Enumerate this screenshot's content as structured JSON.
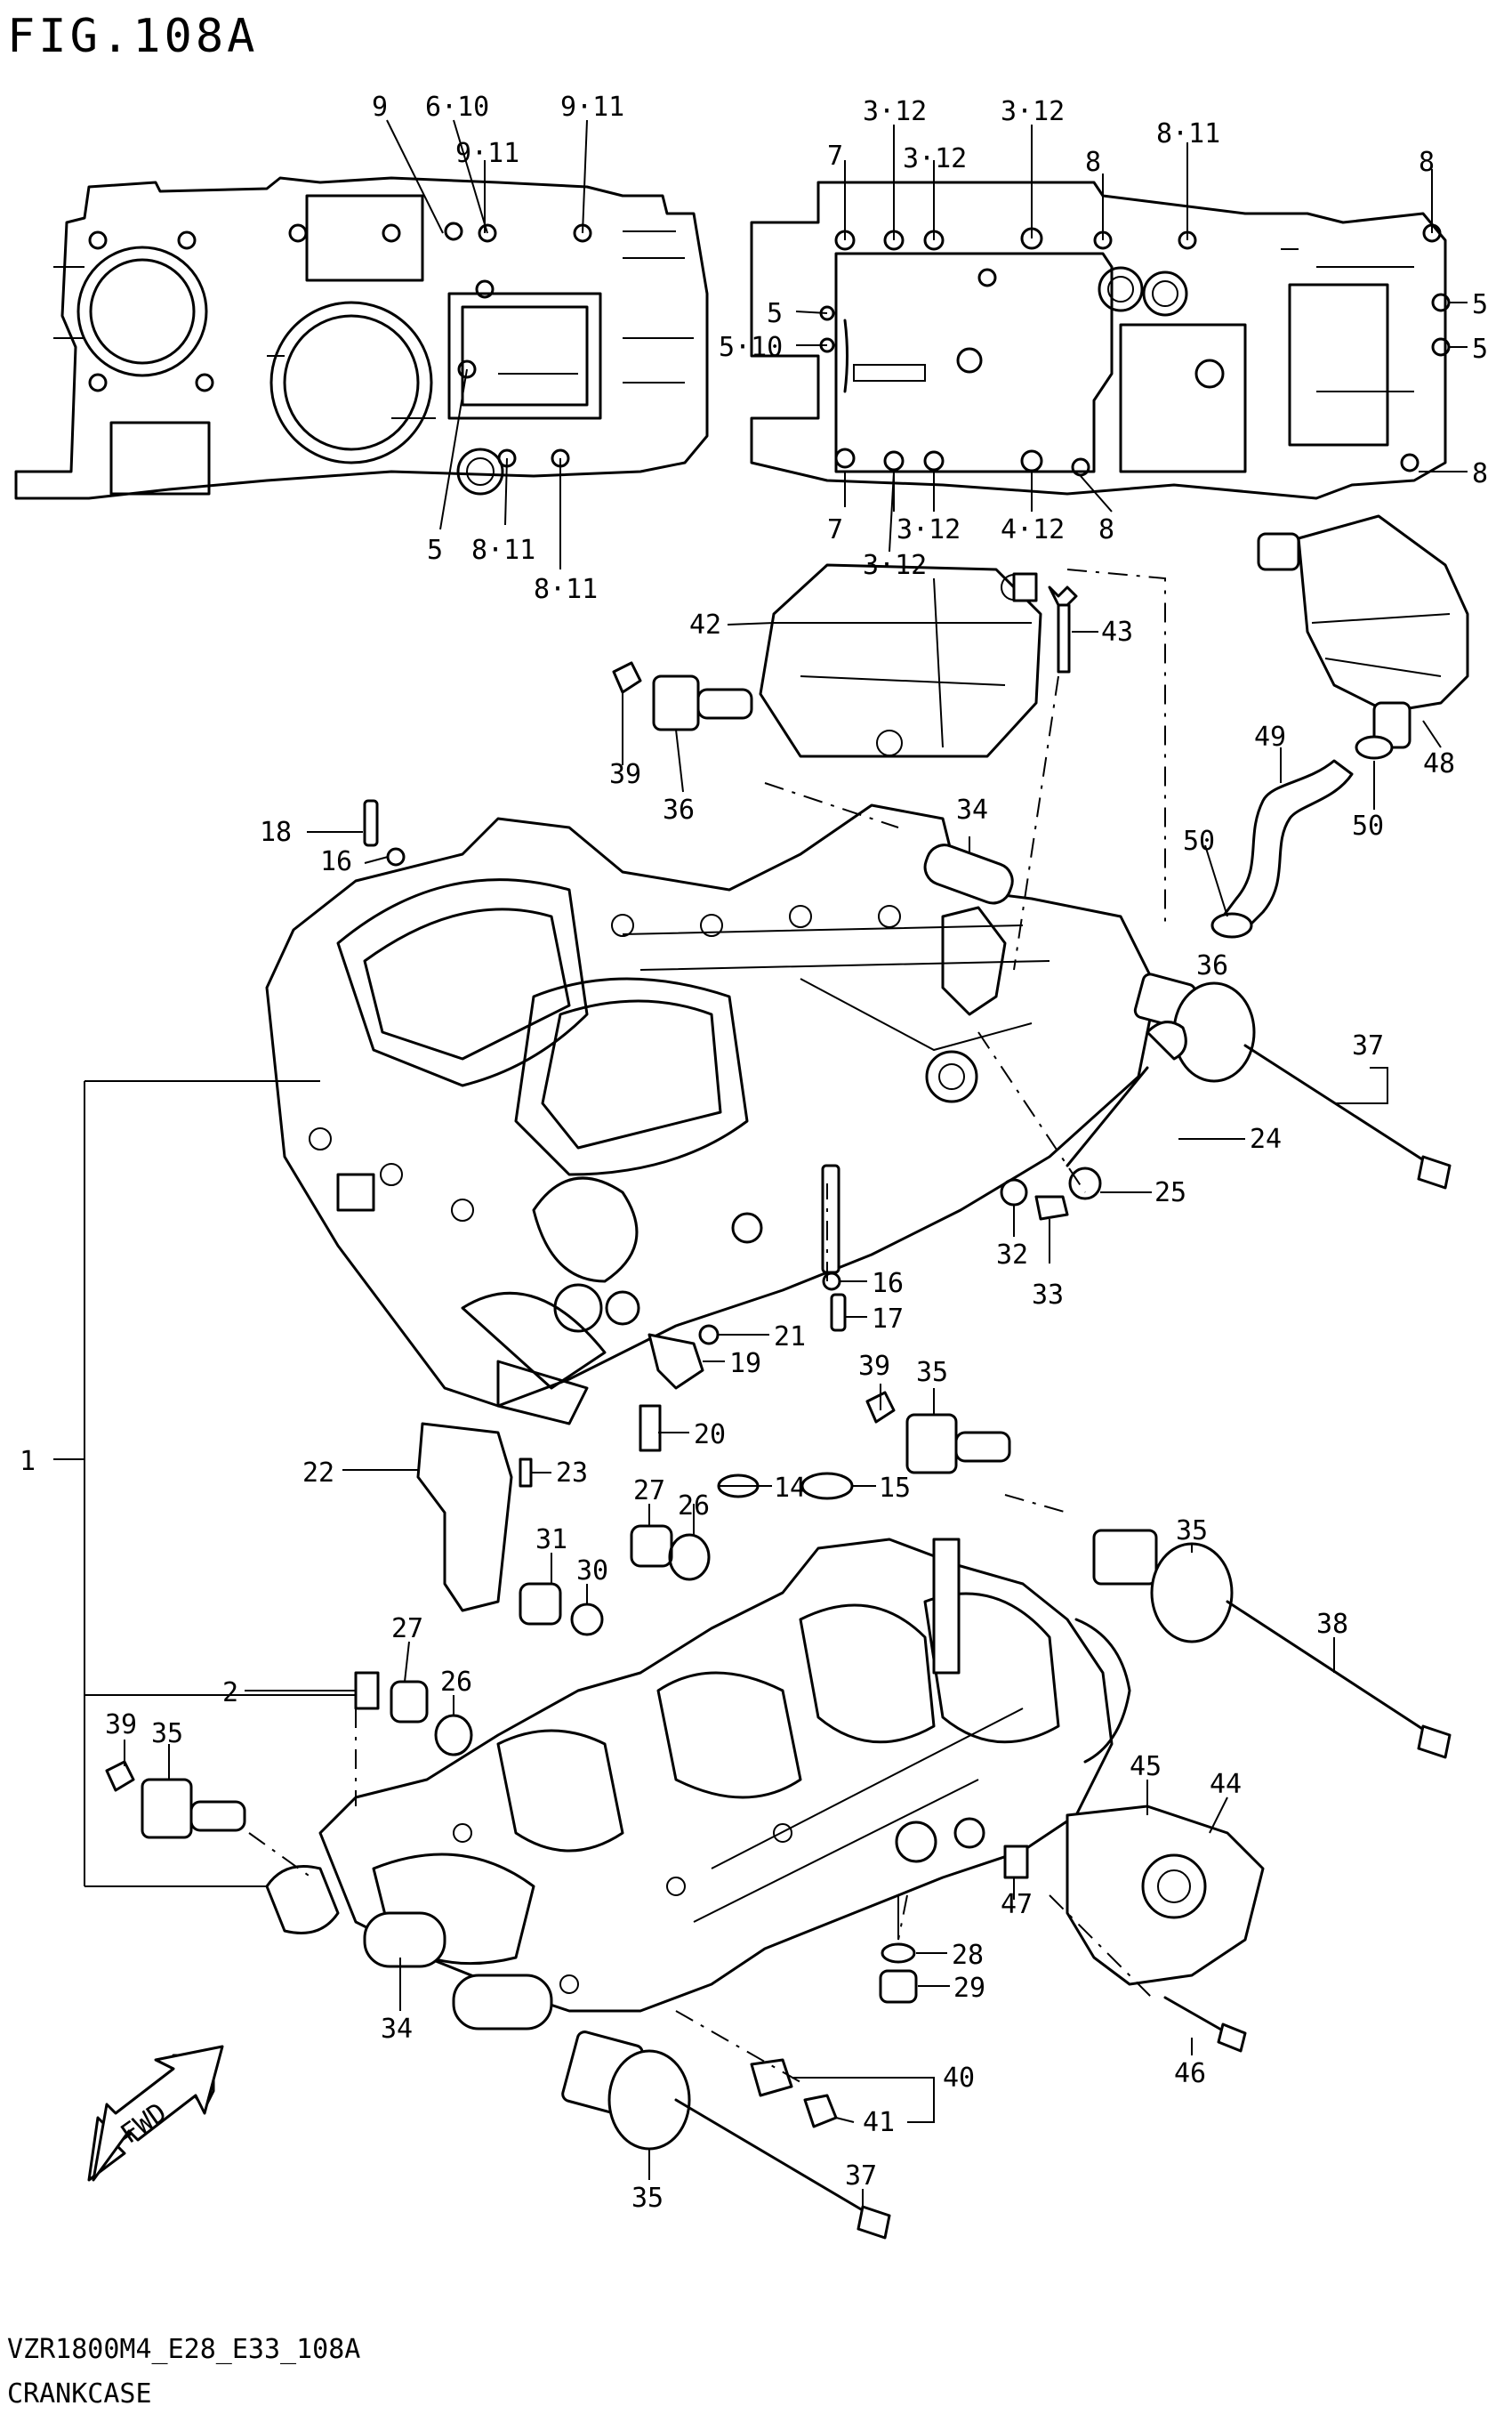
{
  "figure": {
    "title": "FIG.108A"
  },
  "footer": {
    "model_code": "VZR1800M4_E28_E33_108A",
    "caption": "CRANKCASE"
  },
  "icons": {
    "direction_arrow": "fwd-arrow-icon"
  },
  "direction_label": "FWD",
  "callouts": [
    {
      "id": "c1",
      "text": "9"
    },
    {
      "id": "c2",
      "text": "6·10"
    },
    {
      "id": "c3",
      "text": "9·11"
    },
    {
      "id": "c4",
      "text": "9·11"
    },
    {
      "id": "c5",
      "text": "5"
    },
    {
      "id": "c6",
      "text": "8·11"
    },
    {
      "id": "c7",
      "text": "8·11"
    },
    {
      "id": "c8",
      "text": "3·12"
    },
    {
      "id": "c9",
      "text": "3·12"
    },
    {
      "id": "c10",
      "text": "3·12"
    },
    {
      "id": "c11",
      "text": "7"
    },
    {
      "id": "c12",
      "text": "8"
    },
    {
      "id": "c13",
      "text": "8·11"
    },
    {
      "id": "c14",
      "text": "8"
    },
    {
      "id": "c15",
      "text": "5"
    },
    {
      "id": "c16",
      "text": "5"
    },
    {
      "id": "c17",
      "text": "5·10"
    },
    {
      "id": "c18",
      "text": "5"
    },
    {
      "id": "c19",
      "text": "8"
    },
    {
      "id": "c20",
      "text": "7"
    },
    {
      "id": "c21",
      "text": "3·12"
    },
    {
      "id": "c22",
      "text": "4·12"
    },
    {
      "id": "c23",
      "text": "8"
    },
    {
      "id": "c24",
      "text": "3·12"
    },
    {
      "id": "c25",
      "text": "42"
    },
    {
      "id": "c26",
      "text": "43"
    },
    {
      "id": "c27",
      "text": "48"
    },
    {
      "id": "c28",
      "text": "49"
    },
    {
      "id": "c29",
      "text": "50"
    },
    {
      "id": "c30",
      "text": "50"
    },
    {
      "id": "c31",
      "text": "39"
    },
    {
      "id": "c32",
      "text": "36"
    },
    {
      "id": "c33",
      "text": "34"
    },
    {
      "id": "c34",
      "text": "18"
    },
    {
      "id": "c35",
      "text": "16"
    },
    {
      "id": "c36",
      "text": "36"
    },
    {
      "id": "c37",
      "text": "37"
    },
    {
      "id": "c38",
      "text": "24"
    },
    {
      "id": "c39",
      "text": "25"
    },
    {
      "id": "c40",
      "text": "32"
    },
    {
      "id": "c41",
      "text": "33"
    },
    {
      "id": "c42",
      "text": "16"
    },
    {
      "id": "c43",
      "text": "17"
    },
    {
      "id": "c44",
      "text": "21"
    },
    {
      "id": "c45",
      "text": "19"
    },
    {
      "id": "c46",
      "text": "20"
    },
    {
      "id": "c47",
      "text": "39"
    },
    {
      "id": "c48",
      "text": "35"
    },
    {
      "id": "c49",
      "text": "1"
    },
    {
      "id": "c50",
      "text": "22"
    },
    {
      "id": "c51",
      "text": "23"
    },
    {
      "id": "c52",
      "text": "27"
    },
    {
      "id": "c53",
      "text": "26"
    },
    {
      "id": "c54",
      "text": "14"
    },
    {
      "id": "c55",
      "text": "15"
    },
    {
      "id": "c56",
      "text": "31"
    },
    {
      "id": "c57",
      "text": "30"
    },
    {
      "id": "c58",
      "text": "35"
    },
    {
      "id": "c59",
      "text": "38"
    },
    {
      "id": "c60",
      "text": "27"
    },
    {
      "id": "c61",
      "text": "26"
    },
    {
      "id": "c62",
      "text": "2"
    },
    {
      "id": "c63",
      "text": "39"
    },
    {
      "id": "c64",
      "text": "35"
    },
    {
      "id": "c65",
      "text": "45"
    },
    {
      "id": "c66",
      "text": "44"
    },
    {
      "id": "c67",
      "text": "47"
    },
    {
      "id": "c68",
      "text": "28"
    },
    {
      "id": "c69",
      "text": "29"
    },
    {
      "id": "c70",
      "text": "34"
    },
    {
      "id": "c71",
      "text": "40"
    },
    {
      "id": "c72",
      "text": "41"
    },
    {
      "id": "c73",
      "text": "46"
    },
    {
      "id": "c74",
      "text": "35"
    },
    {
      "id": "c75",
      "text": "37"
    }
  ]
}
